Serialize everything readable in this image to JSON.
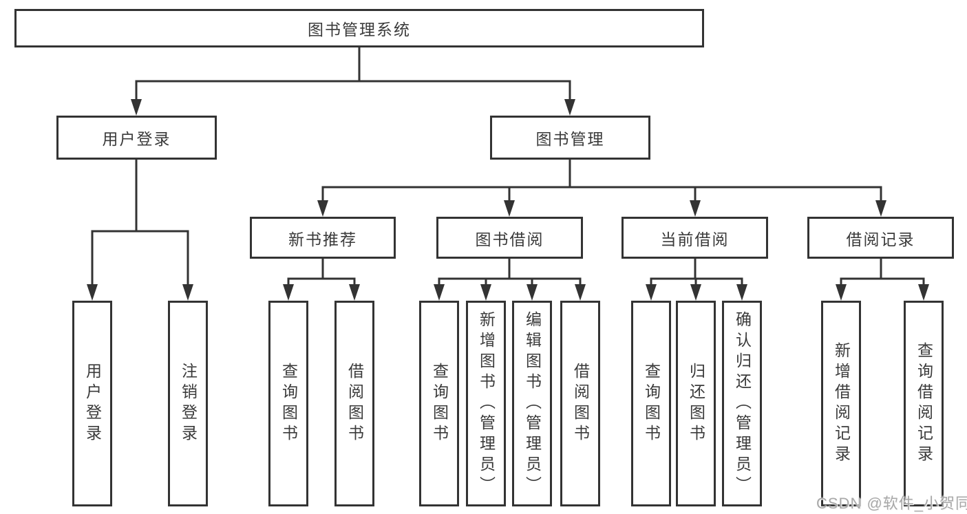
{
  "diagram": {
    "title": "图书管理系统",
    "tree": {
      "label": "图书管理系统",
      "children": [
        {
          "label": "用户登录",
          "children": [
            {
              "label": "用户登录"
            },
            {
              "label": "注销登录"
            }
          ]
        },
        {
          "label": "图书管理",
          "children": [
            {
              "label": "新书推荐",
              "children": [
                {
                  "label": "查询图书"
                },
                {
                  "label": "借阅图书"
                }
              ]
            },
            {
              "label": "图书借阅",
              "children": [
                {
                  "label": "查询图书"
                },
                {
                  "label": "新增图书（管理员）"
                },
                {
                  "label": "编辑图书（管理员）"
                },
                {
                  "label": "借阅图书"
                }
              ]
            },
            {
              "label": "当前借阅",
              "children": [
                {
                  "label": "查询图书"
                },
                {
                  "label": "归还图书"
                },
                {
                  "label": "确认归还（管理员）"
                }
              ]
            },
            {
              "label": "借阅记录",
              "children": [
                {
                  "label": "新增借阅记录"
                },
                {
                  "label": "查询借阅记录"
                }
              ]
            }
          ]
        }
      ]
    },
    "colors": {
      "line": "#333333",
      "text": "#3a3a3a",
      "background": "#ffffff",
      "watermark": "#a8a8a8"
    },
    "watermark": "CSDN @软件_小贺同学"
  }
}
